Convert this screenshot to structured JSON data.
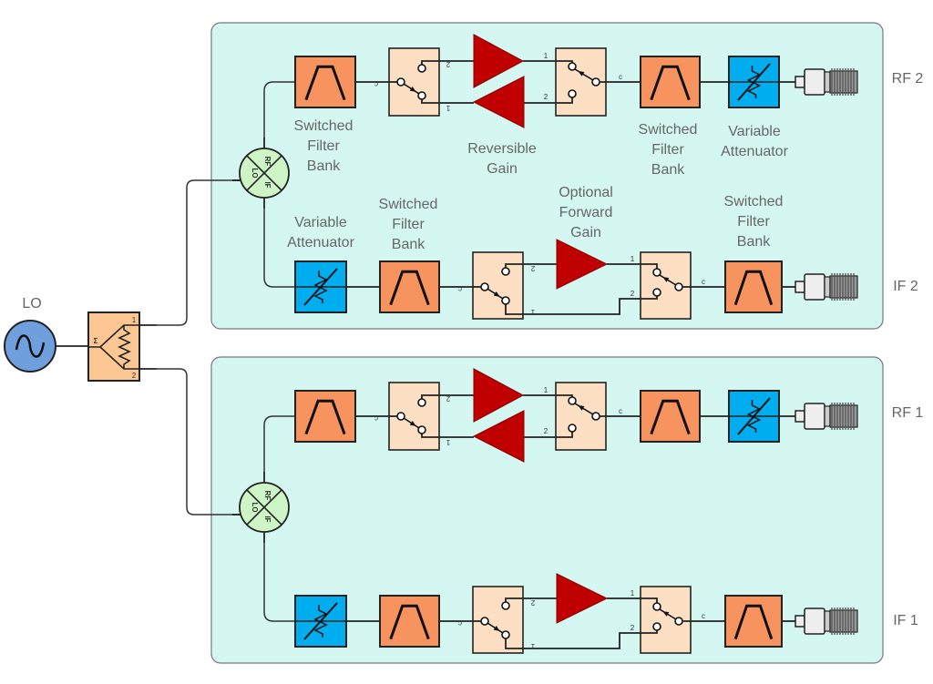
{
  "source": {
    "label": "LO",
    "icon": "sine-wave-icon"
  },
  "splitter": {
    "symbol": "Σ",
    "ports": [
      "1",
      "2"
    ]
  },
  "mixer_ports": {
    "rf": "RF",
    "lo": "LO",
    "if": "IF"
  },
  "switch_ports": {
    "common": "c",
    "one": "1",
    "two": "2"
  },
  "panels": [
    {
      "id": "top",
      "rf_output": "RF 2",
      "if_output": "IF 2",
      "labels": {
        "rf_filter": [
          "Switched",
          "Filter",
          "Bank"
        ],
        "rf_gain": [
          "Reversible",
          "Gain"
        ],
        "rf_filter_out": [
          "Switched",
          "Filter",
          "Bank"
        ],
        "rf_attenuator": [
          "Variable",
          "Attenuator"
        ],
        "if_attenuator": [
          "Variable",
          "Attenuator"
        ],
        "if_filter": [
          "Switched",
          "Filter",
          "Bank"
        ],
        "if_gain": [
          "Optional",
          "Forward",
          "Gain"
        ],
        "if_filter_out": [
          "Switched",
          "Filter",
          "Bank"
        ]
      }
    },
    {
      "id": "bottom",
      "rf_output": "RF 1",
      "if_output": "IF 1",
      "labels": {}
    }
  ],
  "colors": {
    "panel_fill": "#d5f7f2",
    "panel_stroke": "#777777",
    "filter": "#f7935f",
    "attenuator": "#00aeef",
    "amplifier": "#c00000",
    "switch": "#fde0c4",
    "splitter": "#fdc794",
    "mixer": "#cdf5c6",
    "lo_source": "#6f9fdc",
    "label_text": "#666666"
  }
}
